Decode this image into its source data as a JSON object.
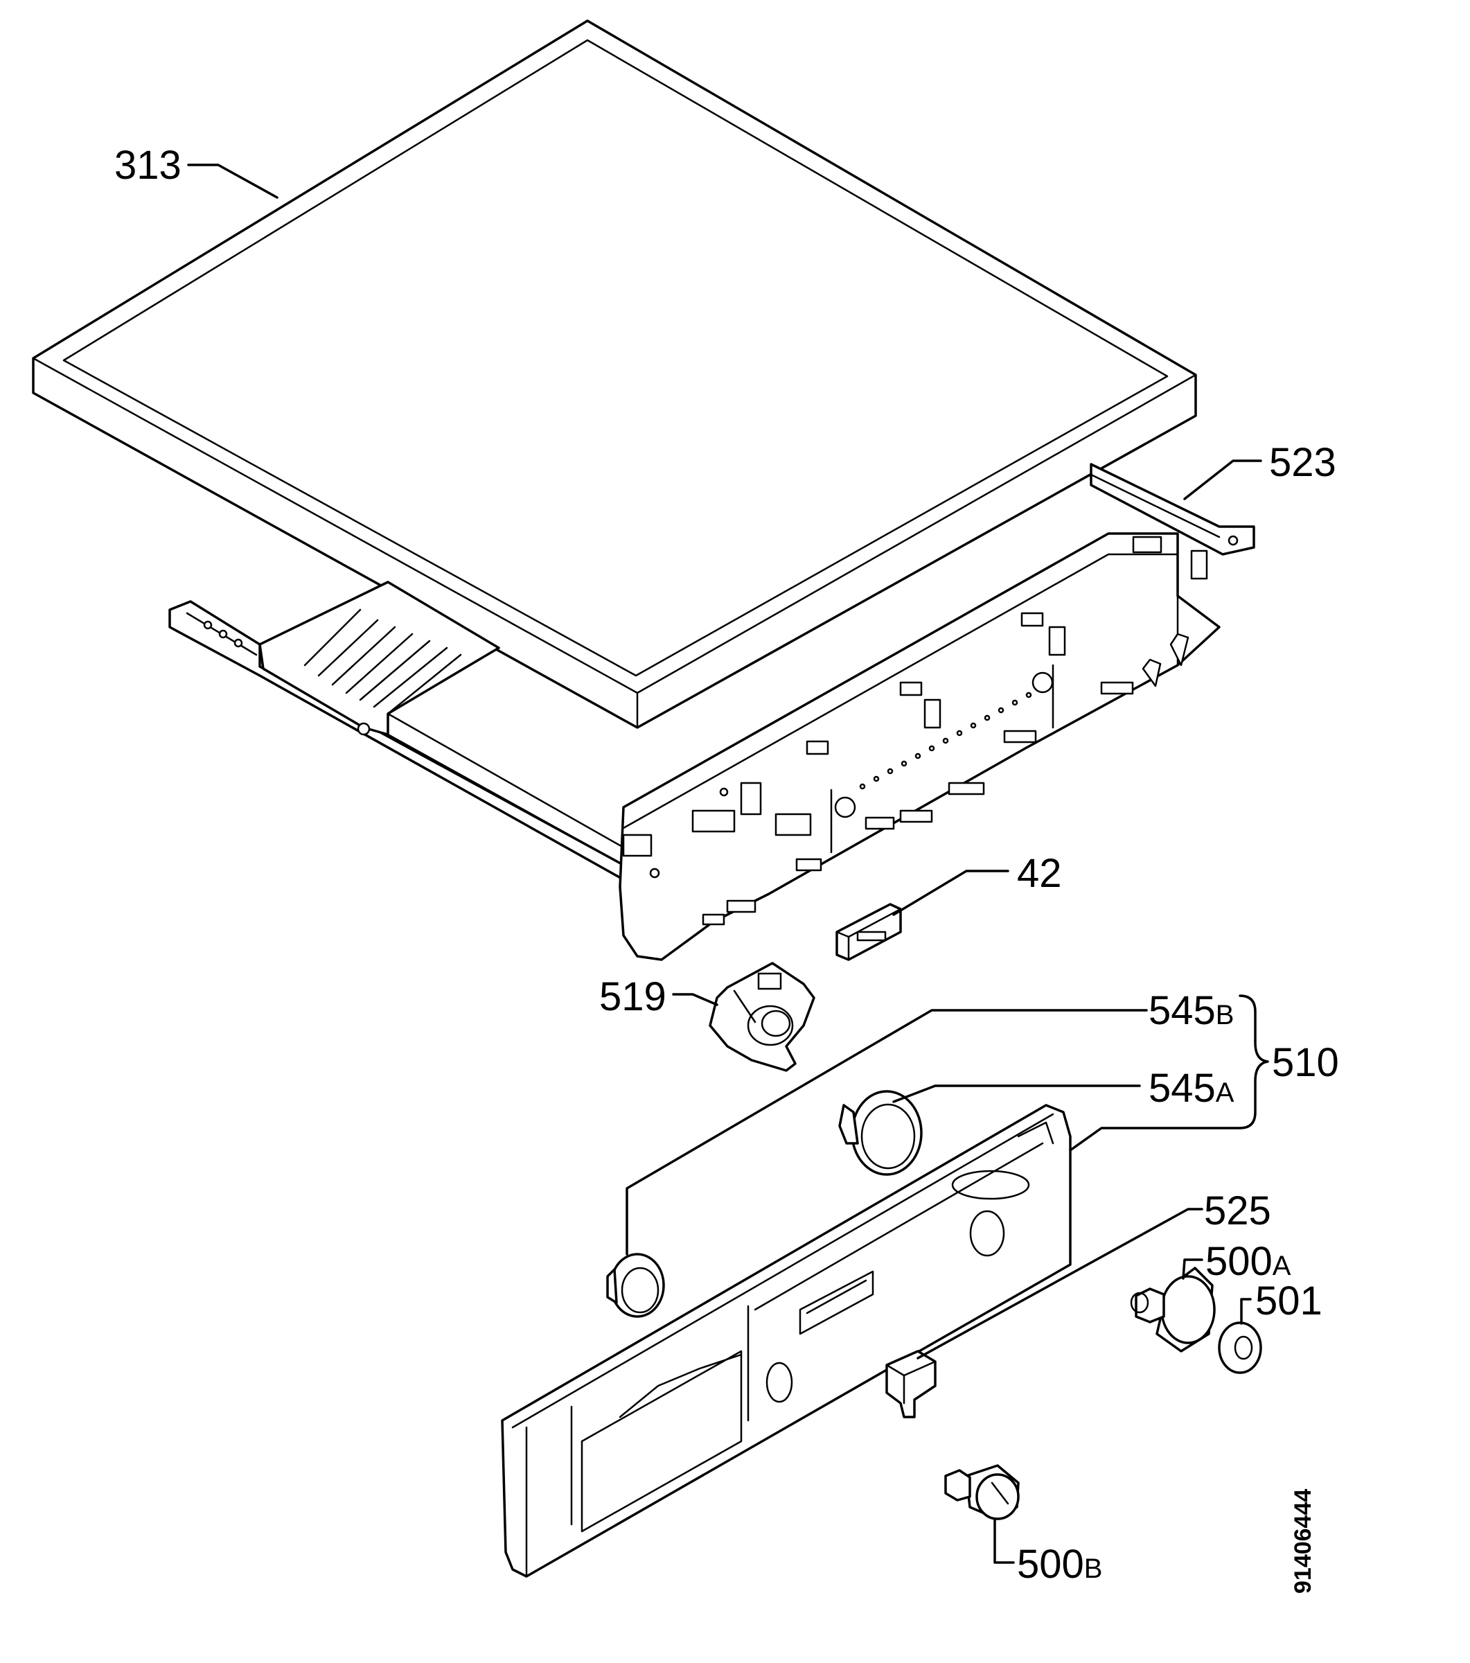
{
  "callouts": {
    "c313": "313",
    "c523": "523",
    "c42": "42",
    "c519": "519",
    "c545b_num": "545",
    "c545b_suffix": "B",
    "c545a_num": "545",
    "c545a_suffix": "A",
    "c510": "510",
    "c525": "525",
    "c500a_num": "500",
    "c500a_suffix": "A",
    "c501": "501",
    "c500b_num": "500",
    "c500b_suffix": "B"
  },
  "document_number": "91406444"
}
